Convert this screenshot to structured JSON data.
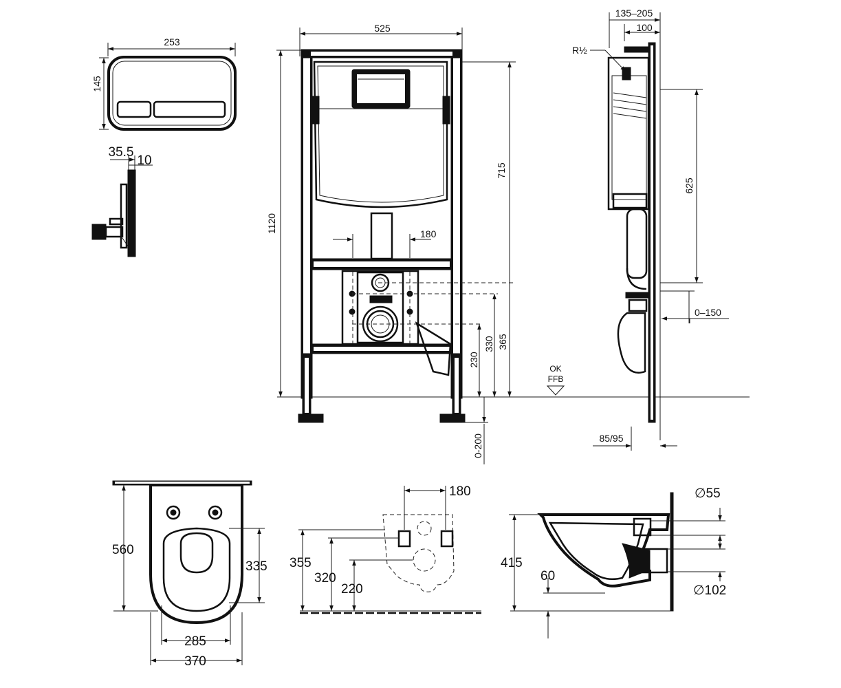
{
  "flush_plate": {
    "width": "253",
    "height": "145",
    "depth": "35.5",
    "thickness": "10"
  },
  "frame_front": {
    "width": "525",
    "height": "1120",
    "cistern_height": "715",
    "rod_spacing": "180",
    "outlet_height": "230",
    "inlet_height": "330",
    "bolt_height": "365",
    "leg_adjust": "0-200",
    "floor_mark_1": "OK",
    "floor_mark_2": "FFB"
  },
  "frame_side": {
    "depth_range": "135–205",
    "offset": "100",
    "water_connection": "R½",
    "height": "625",
    "wall_range": "0–150",
    "foot_range": "85/95"
  },
  "bowl_top": {
    "length": "560",
    "seat_length": "335",
    "seat_width": "285",
    "width": "370"
  },
  "bowl_back": {
    "bolt_spacing": "180",
    "height_355": "355",
    "height_320": "320",
    "height_220": "220"
  },
  "bowl_side": {
    "height": "415",
    "drain_offset": "60",
    "inlet_diameter": "∅55",
    "outlet_diameter": "∅102"
  }
}
